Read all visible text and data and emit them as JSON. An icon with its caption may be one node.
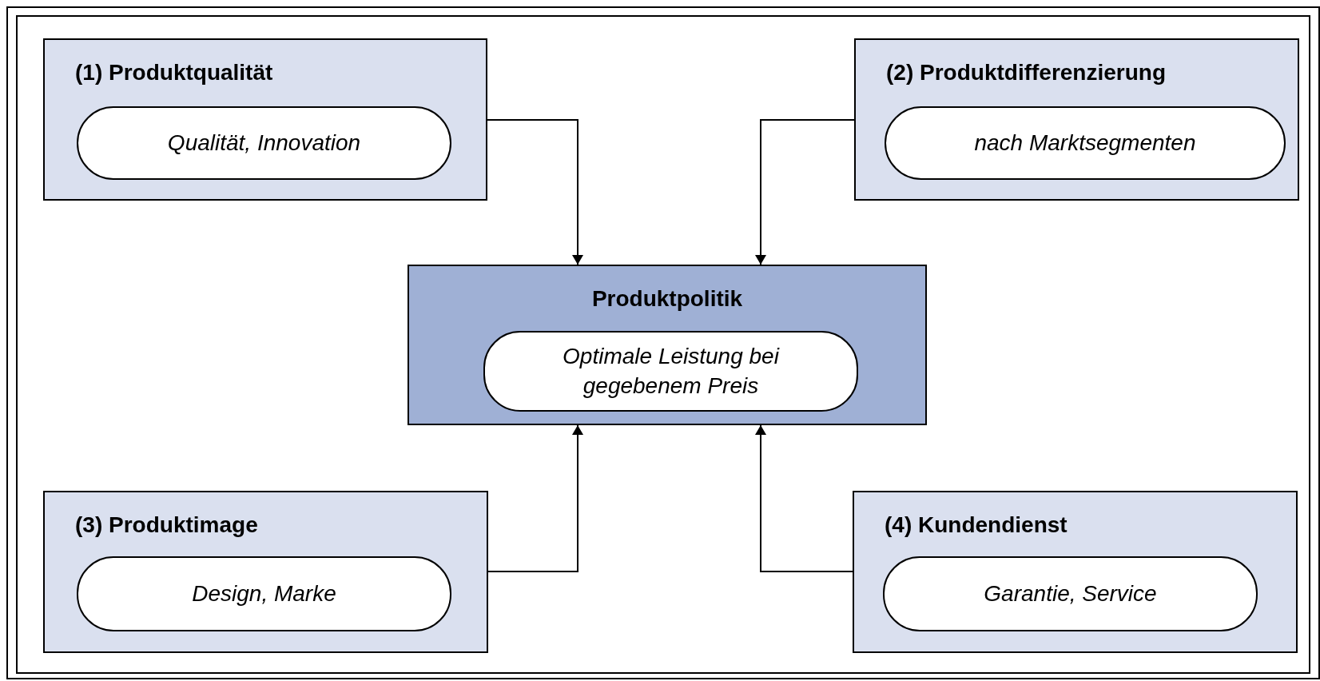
{
  "diagram": {
    "nodes": [
      {
        "text": [
          "(1) Produktqualität"
        ]
      },
      {
        "text": [
          "Qualität, Innovation"
        ],
        "in": 0
      },
      {
        "text": [
          "(2) Produktdifferenzierung"
        ]
      },
      {
        "text": [
          "nach Marktsegmenten"
        ],
        "in": 2
      },
      {
        "text": [
          "Produktpolitik"
        ]
      },
      {
        "text": [
          "Optimale Leistung bei gegebenem Preis"
        ],
        "in": 4
      },
      {
        "text": [
          "(3) Produktimage"
        ]
      },
      {
        "text": [
          "Design, Marke"
        ],
        "in": 6
      },
      {
        "text": [
          "(4) Kundendienst"
        ]
      },
      {
        "text": [
          "Garantie, Service"
        ],
        "in": 8
      }
    ],
    "edges": [
      {
        "from": 0,
        "to": 4,
        "arrow": "to"
      },
      {
        "from": 2,
        "to": 4,
        "arrow": "to"
      },
      {
        "from": 6,
        "to": 4,
        "arrow": "to"
      },
      {
        "from": 8,
        "to": 4,
        "arrow": "to"
      }
    ]
  }
}
